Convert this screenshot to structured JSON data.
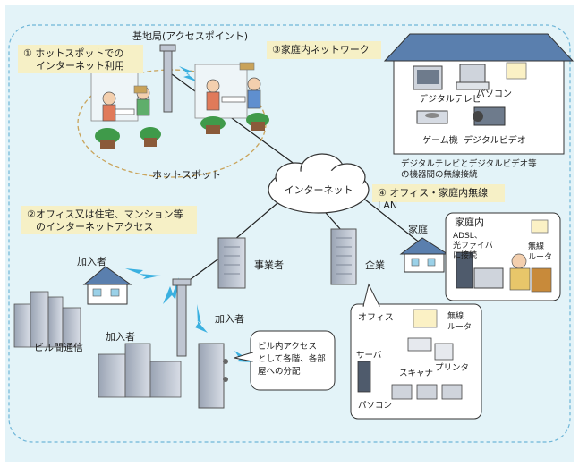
{
  "colors": {
    "background": "#e3f3f8",
    "accent": "#3ab0e0",
    "label_box": "#f6f0c6",
    "dashed_border": "#6fb6d8"
  },
  "base_station": "基地局(アクセスポイント)",
  "hotspot": {
    "title_line1": "① ホットスポットでの",
    "title_line2": "インターネット利用",
    "label": "ホットスポット"
  },
  "home_network": {
    "title": "③家庭内ネットワーク",
    "devices": [
      "デジタルテレビ",
      "パソコン",
      "ゲーム機",
      "デジタルビデオ"
    ],
    "caption_line1": "デジタルテレビとデジタルビデオ等",
    "caption_line2": "の機器間の無線接続"
  },
  "internet": "インターネット",
  "office_lan_title": "④ オフィス・家庭内無線LAN",
  "office_home_access": {
    "line1": "②オフィス又は住宅、マンション等",
    "line2": "のインターネットアクセス"
  },
  "home_inset": {
    "label": "家庭",
    "title": "家庭内",
    "conn_line1": "ADSL、",
    "conn_line2": "光ファイバ",
    "conn_line3": "に接続",
    "router_line1": "無線",
    "router_line2": "ルータ"
  },
  "business": "事業者",
  "company": "企業",
  "subscribers": [
    "加入者",
    "加入者",
    "加入者"
  ],
  "building_comm": "ビル間通信",
  "office_inset": {
    "title": "オフィス",
    "router_line1": "無線",
    "router_line2": "ルータ",
    "server": "サーバ",
    "scanner": "スキャナ",
    "printer": "プリンタ",
    "pc": "パソコン"
  },
  "building_access": {
    "line1": "ビル内アクセス",
    "line2": "として各階、各部",
    "line3": "屋への分配"
  }
}
